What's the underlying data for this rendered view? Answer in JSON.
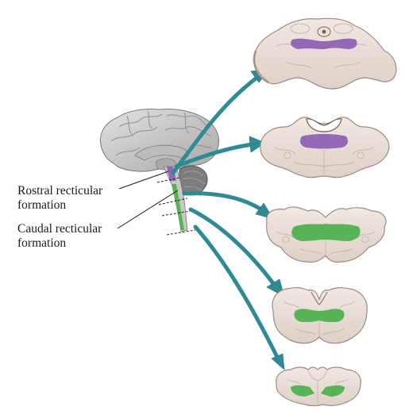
{
  "labels": {
    "rostral_line1": "Rostral recticular",
    "rostral_line2": "formation",
    "caudal_line1": "Caudal recticular",
    "caudal_line2": "formation"
  },
  "colors": {
    "arrow": "#2e8a93",
    "arrow_dark": "#1f6b73",
    "rostral_region": "#8a5bb3",
    "caudal_region": "#56b356",
    "tissue": "#ece2dc",
    "tissue_shade": "#d8c9c0",
    "tissue_edge": "#9e8a80",
    "brain": "#d4d4d4",
    "brain_dark": "#8e8e8e"
  },
  "sections": [
    {
      "name": "midbrain-section",
      "region": "rostral"
    },
    {
      "name": "upper-pons-section",
      "region": "rostral"
    },
    {
      "name": "lower-pons-section",
      "region": "caudal"
    },
    {
      "name": "upper-medulla-section",
      "region": "caudal"
    },
    {
      "name": "lower-medulla-section",
      "region": "caudal"
    }
  ]
}
